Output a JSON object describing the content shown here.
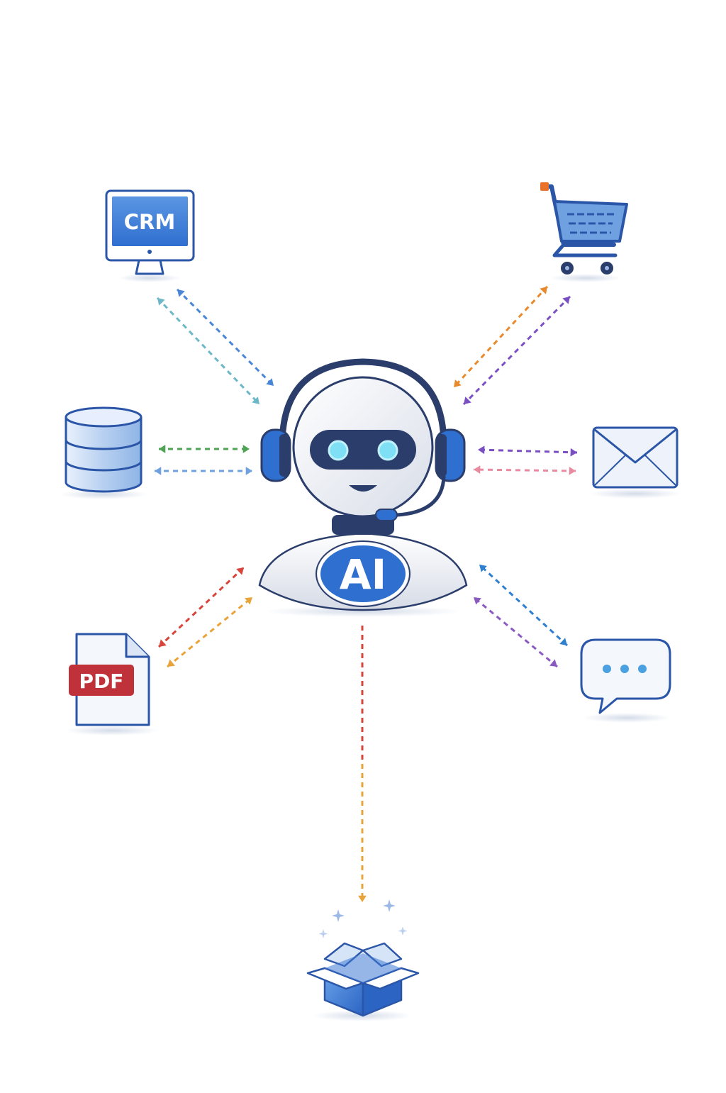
{
  "diagram": {
    "hub": {
      "name": "ai-support-bot",
      "badge_text": "AI",
      "icon": "robot-with-headset-icon"
    },
    "nodes": [
      {
        "id": "crm",
        "icon": "crm-monitor-icon",
        "label": "CRM"
      },
      {
        "id": "cart",
        "icon": "shopping-cart-icon",
        "label": ""
      },
      {
        "id": "database",
        "icon": "database-icon",
        "label": ""
      },
      {
        "id": "email",
        "icon": "envelope-icon",
        "label": ""
      },
      {
        "id": "pdf",
        "icon": "pdf-document-icon",
        "label": "PDF"
      },
      {
        "id": "chat",
        "icon": "chat-bubble-icon",
        "label": ""
      },
      {
        "id": "package",
        "icon": "open-box-icon",
        "label": ""
      }
    ],
    "connections": [
      {
        "node": "crm",
        "direction": "bidirectional",
        "colors": [
          "#4a86d8",
          "#6db8c8"
        ]
      },
      {
        "node": "cart",
        "direction": "bidirectional",
        "colors": [
          "#e8892b",
          "#7b4fc4"
        ]
      },
      {
        "node": "database",
        "direction": "bidirectional",
        "colors": [
          "#4fa354",
          "#6fa0e0"
        ]
      },
      {
        "node": "email",
        "direction": "bidirectional",
        "colors": [
          "#7b4fc4",
          "#e88aa0"
        ]
      },
      {
        "node": "pdf",
        "direction": "bidirectional",
        "colors": [
          "#d9443a",
          "#e8a43a"
        ]
      },
      {
        "node": "chat",
        "direction": "bidirectional",
        "colors": [
          "#2f7fd0",
          "#8a5ac0"
        ]
      },
      {
        "node": "package",
        "direction": "outgoing",
        "colors": [
          "#d9443a",
          "#e8a43a"
        ]
      }
    ],
    "colors": {
      "primary_blue": "#2f6fd0",
      "light_blue": "#6fa0e0",
      "outline": "#2b3d6b",
      "pdf_red": "#c0323a"
    }
  }
}
